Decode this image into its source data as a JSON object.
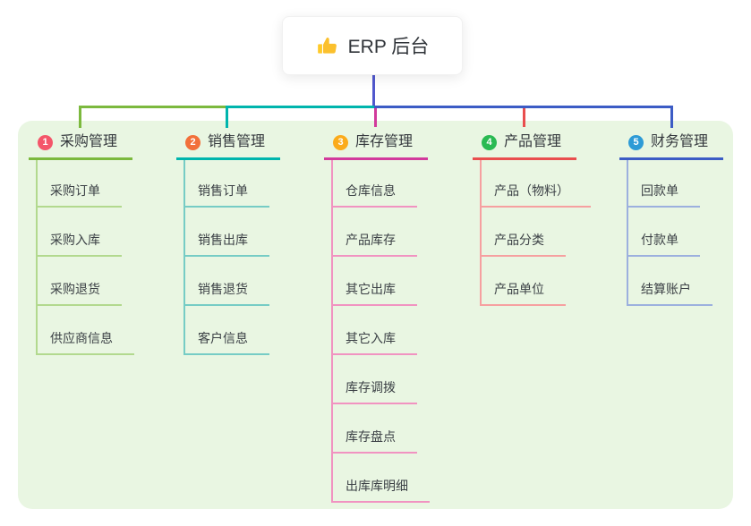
{
  "root": {
    "label": "ERP 后台",
    "icon": "thumbs-up-icon"
  },
  "branches": [
    {
      "seq": "1",
      "title": "采购管理",
      "badge_color": "#f4566a",
      "line_color": "#7cb93e",
      "child_line_color": "#b2d98e",
      "children": [
        "采购订单",
        "采购入库",
        "采购退货",
        "供应商信息"
      ]
    },
    {
      "seq": "2",
      "title": "销售管理",
      "badge_color": "#f2703a",
      "line_color": "#00b5ad",
      "child_line_color": "#76ccc5",
      "children": [
        "销售订单",
        "销售出库",
        "销售退货",
        "客户信息"
      ]
    },
    {
      "seq": "3",
      "title": "库存管理",
      "badge_color": "#fbab1b",
      "line_color": "#d23a9c",
      "child_line_color": "#f193c1",
      "children": [
        "仓库信息",
        "产品库存",
        "其它出库",
        "其它入库",
        "库存调拨",
        "库存盘点",
        "出库库明细"
      ]
    },
    {
      "seq": "4",
      "title": "产品管理",
      "badge_color": "#2aba52",
      "line_color": "#e94e4e",
      "child_line_color": "#f6a0a0",
      "children": [
        "产品（物料）",
        "产品分类",
        "产品单位"
      ]
    },
    {
      "seq": "5",
      "title": "财务管理",
      "badge_color": "#2e9bd6",
      "line_color": "#3c5cc5",
      "child_line_color": "#9cb0de",
      "children": [
        "回款单",
        "付款单",
        "结算账户"
      ]
    }
  ],
  "colors": {
    "canvas_bg": "#ffffff",
    "panel_bg": "#e9f6e2",
    "root_connector": "#5158cd"
  }
}
